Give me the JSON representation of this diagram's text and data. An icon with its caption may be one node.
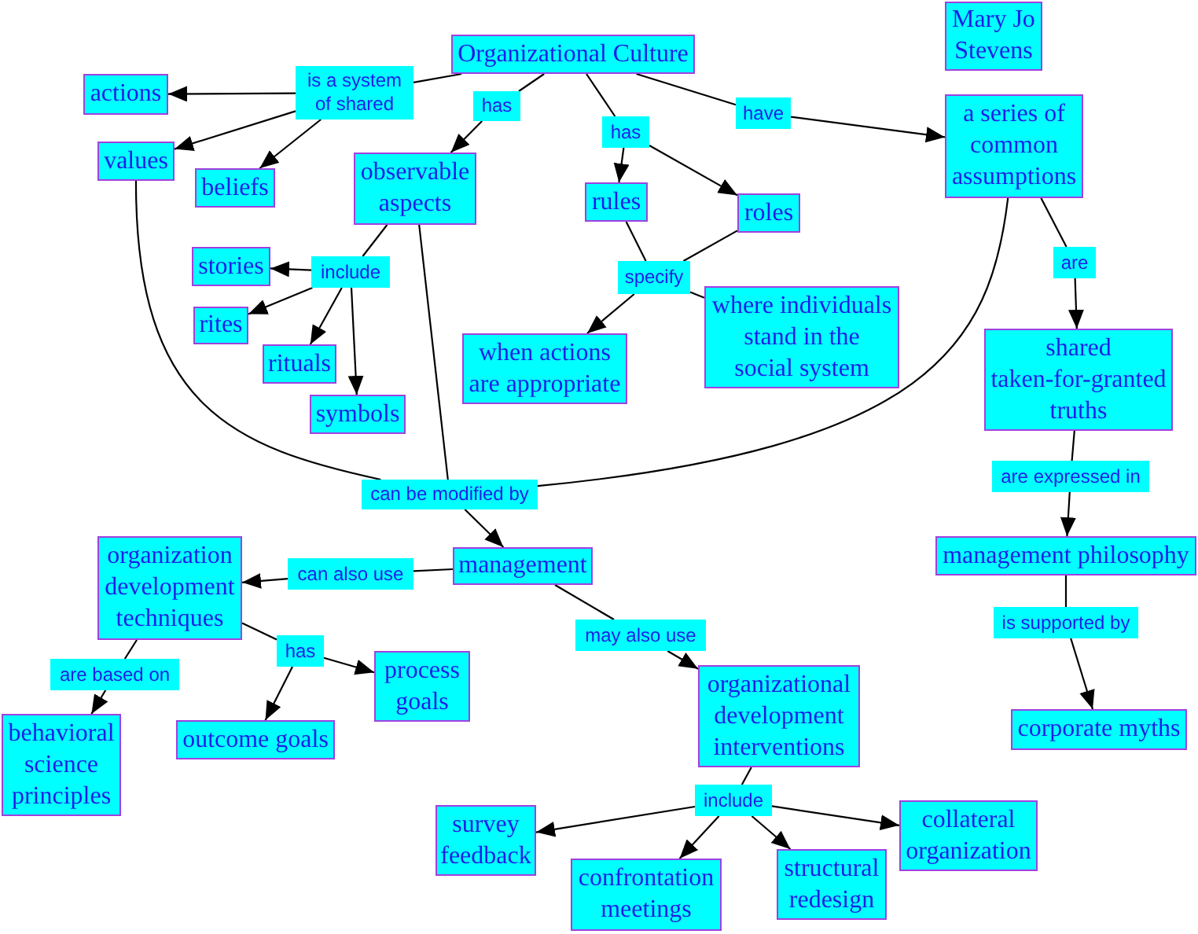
{
  "diagram": {
    "nodes": [
      {
        "text": [
          "Organizational Culture"
        ]
      },
      {
        "text": [
          "is a system of shared"
        ]
      },
      {
        "text": [
          "actions"
        ]
      },
      {
        "text": [
          "values"
        ]
      },
      {
        "text": [
          "beliefs"
        ]
      },
      {
        "text": [
          "has"
        ]
      },
      {
        "text": [
          "observable aspects"
        ]
      },
      {
        "text": [
          "has"
        ]
      },
      {
        "text": [
          "rules"
        ]
      },
      {
        "text": [
          "roles"
        ]
      },
      {
        "text": [
          "have"
        ]
      },
      {
        "text": [
          "Mary Jo Stevens"
        ]
      },
      {
        "text": [
          "a series of common assumptions"
        ]
      },
      {
        "text": [
          "include"
        ]
      },
      {
        "text": [
          "stories"
        ]
      },
      {
        "text": [
          "rites"
        ]
      },
      {
        "text": [
          "rituals"
        ]
      },
      {
        "text": [
          "symbols"
        ]
      },
      {
        "text": [
          "specify"
        ]
      },
      {
        "text": [
          "where individuals stand in the social system"
        ]
      },
      {
        "text": [
          "when actions are appropriate"
        ]
      },
      {
        "text": [
          "are"
        ]
      },
      {
        "text": [
          "shared taken-for-granted truths"
        ]
      },
      {
        "text": [
          "can be modified by"
        ]
      },
      {
        "text": [
          "are expressed in"
        ]
      },
      {
        "text": [
          "management"
        ]
      },
      {
        "text": [
          "can also use"
        ]
      },
      {
        "text": [
          "organization development techniques"
        ]
      },
      {
        "text": [
          "management philosophy"
        ]
      },
      {
        "text": [
          "may also use"
        ]
      },
      {
        "text": [
          "is supported by"
        ]
      },
      {
        "text": [
          "has"
        ]
      },
      {
        "text": [
          "are based on"
        ]
      },
      {
        "text": [
          "process goals"
        ]
      },
      {
        "text": [
          "organizational development interventions"
        ]
      },
      {
        "text": [
          "corporate myths"
        ]
      },
      {
        "text": [
          "behavioral science principles"
        ]
      },
      {
        "text": [
          "outcome goals"
        ]
      },
      {
        "text": [
          "include"
        ]
      },
      {
        "text": [
          "survey feedback"
        ]
      },
      {
        "text": [
          "collateral organization"
        ]
      },
      {
        "text": [
          "confrontation meetings"
        ]
      },
      {
        "text": [
          "structural redesign"
        ]
      }
    ],
    "edges": [
      {
        "from": 0,
        "to": 1,
        "arrow": "none"
      },
      {
        "from": 1,
        "to": 2,
        "arrow": "to"
      },
      {
        "from": 1,
        "to": 3,
        "arrow": "to"
      },
      {
        "from": 1,
        "to": 4,
        "arrow": "to"
      },
      {
        "from": 0,
        "to": 5,
        "arrow": "none"
      },
      {
        "from": 5,
        "to": 6,
        "arrow": "to"
      },
      {
        "from": 0,
        "to": 7,
        "arrow": "none"
      },
      {
        "from": 7,
        "to": 8,
        "arrow": "to"
      },
      {
        "from": 7,
        "to": 9,
        "arrow": "to"
      },
      {
        "from": 0,
        "to": 10,
        "arrow": "none"
      },
      {
        "from": 10,
        "to": 12,
        "arrow": "to"
      },
      {
        "from": 6,
        "to": 13,
        "arrow": "none"
      },
      {
        "from": 13,
        "to": 14,
        "arrow": "to"
      },
      {
        "from": 13,
        "to": 15,
        "arrow": "to"
      },
      {
        "from": 13,
        "to": 16,
        "arrow": "to"
      },
      {
        "from": 13,
        "to": 17,
        "arrow": "to"
      },
      {
        "from": 8,
        "to": 18,
        "arrow": "none"
      },
      {
        "from": 9,
        "to": 18,
        "arrow": "none"
      },
      {
        "from": 18,
        "to": 20,
        "arrow": "to"
      },
      {
        "from": 18,
        "to": 19,
        "arrow": "none"
      },
      {
        "from": 12,
        "to": 21,
        "arrow": "none"
      },
      {
        "from": 21,
        "to": 22,
        "arrow": "to"
      },
      {
        "from": 3,
        "to": 23,
        "arrow": "none"
      },
      {
        "from": 6,
        "to": 23,
        "arrow": "none"
      },
      {
        "from": 12,
        "to": 23,
        "arrow": "none"
      },
      {
        "from": 23,
        "to": 25,
        "arrow": "to"
      },
      {
        "from": 22,
        "to": 24,
        "arrow": "none"
      },
      {
        "from": 24,
        "to": 28,
        "arrow": "to"
      },
      {
        "from": 25,
        "to": 26,
        "arrow": "none"
      },
      {
        "from": 26,
        "to": 27,
        "arrow": "to"
      },
      {
        "from": 25,
        "to": 29,
        "arrow": "none"
      },
      {
        "from": 29,
        "to": 34,
        "arrow": "to"
      },
      {
        "from": 28,
        "to": 30,
        "arrow": "none"
      },
      {
        "from": 30,
        "to": 35,
        "arrow": "to"
      },
      {
        "from": 27,
        "to": 32,
        "arrow": "none"
      },
      {
        "from": 32,
        "to": 36,
        "arrow": "to"
      },
      {
        "from": 27,
        "to": 31,
        "arrow": "none"
      },
      {
        "from": 31,
        "to": 33,
        "arrow": "to"
      },
      {
        "from": 31,
        "to": 37,
        "arrow": "to"
      },
      {
        "from": 34,
        "to": 38,
        "arrow": "none"
      },
      {
        "from": 38,
        "to": 39,
        "arrow": "to"
      },
      {
        "from": 38,
        "to": 40,
        "arrow": "to"
      },
      {
        "from": 38,
        "to": 41,
        "arrow": "to"
      },
      {
        "from": 38,
        "to": 42,
        "arrow": "to"
      }
    ]
  }
}
